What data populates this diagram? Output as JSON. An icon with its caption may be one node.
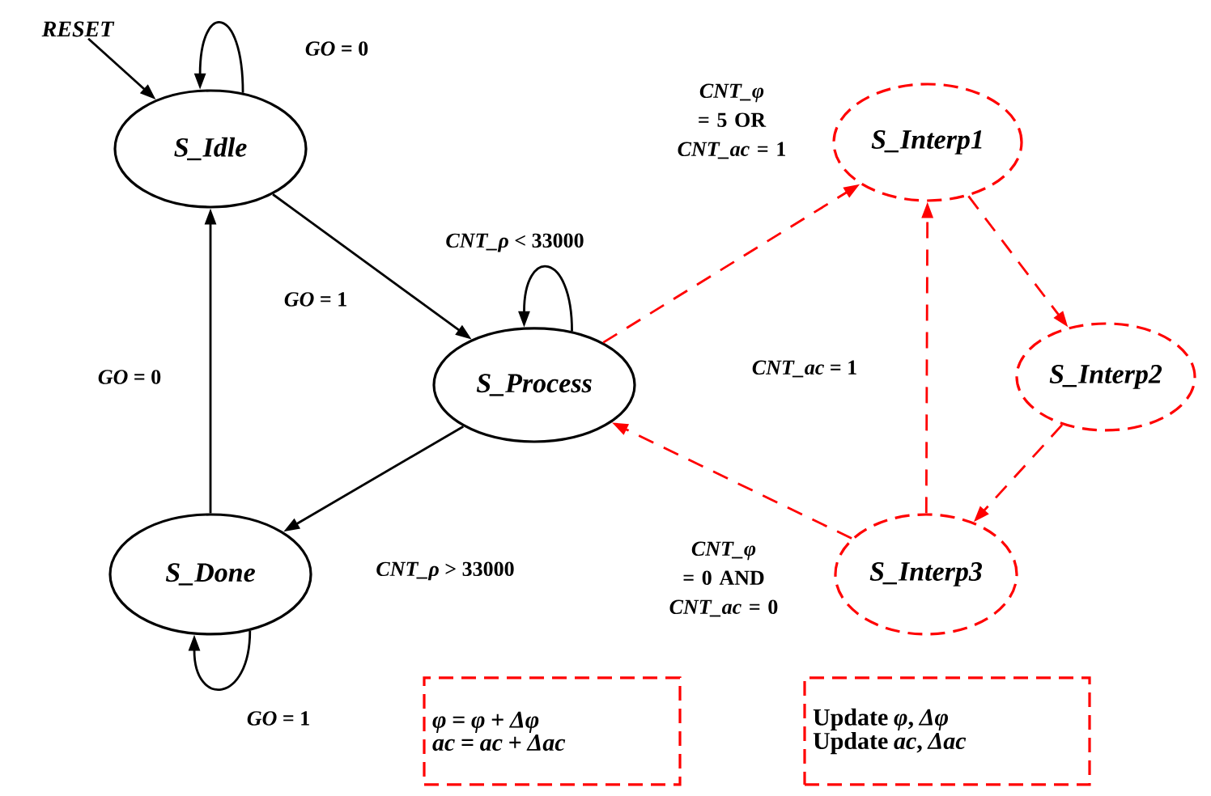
{
  "diagram": {
    "nodes": [
      {
        "text": [
          "RESET"
        ]
      },
      {
        "text": [
          "S_Idle"
        ]
      },
      {
        "text": [
          "S_Process"
        ]
      },
      {
        "text": [
          "S_Done"
        ]
      },
      {
        "text": [
          "S_Interp1"
        ]
      },
      {
        "text": [
          "S_Interp2"
        ]
      },
      {
        "text": [
          "S_Interp3"
        ]
      },
      {
        "text": [
          "*φ* = *φ* + *Δφ*",
          "*ac* = *ac* + *Δac*"
        ]
      },
      {
        "text": [
          "Update *φ*, *Δφ*",
          "Update *ac*, *Δac*"
        ]
      }
    ],
    "edges": [
      {
        "from": 0,
        "to": 1,
        "arrow": "to"
      },
      {
        "from": 1,
        "to": 1,
        "arrow": "to",
        "label": "*GO* = 0"
      },
      {
        "from": 1,
        "to": 2,
        "arrow": "to",
        "label": "*GO* = 1"
      },
      {
        "from": 2,
        "to": 2,
        "arrow": "to",
        "label": "*CNT_ρ* < 33000"
      },
      {
        "from": 2,
        "to": 3,
        "arrow": "to",
        "label": "*CNT_ρ* > 33000"
      },
      {
        "from": 3,
        "to": 1,
        "arrow": "to",
        "label": "*GO* = 0"
      },
      {
        "from": 3,
        "to": 3,
        "arrow": "to",
        "label": "*GO* = 1"
      },
      {
        "from": 2,
        "to": 4,
        "arrow": "to",
        "label": "*CNT_φ* = 5 OR *CNT_ac* = 1",
        "style": "dashed",
        "color": "#ff0000"
      },
      {
        "from": 4,
        "to": 5,
        "arrow": "to",
        "style": "dashed",
        "color": "#ff0000"
      },
      {
        "from": 5,
        "to": 6,
        "arrow": "to",
        "style": "dashed",
        "color": "#ff0000"
      },
      {
        "from": 6,
        "to": 4,
        "arrow": "to",
        "label": "*CNT_ac* = 1",
        "style": "dashed",
        "color": "#ff0000"
      },
      {
        "from": 6,
        "to": 2,
        "arrow": "to",
        "label": "*CNT_φ* = 0 AND *CNT_ac* = 0",
        "style": "dashed",
        "color": "#ff0000"
      }
    ]
  }
}
